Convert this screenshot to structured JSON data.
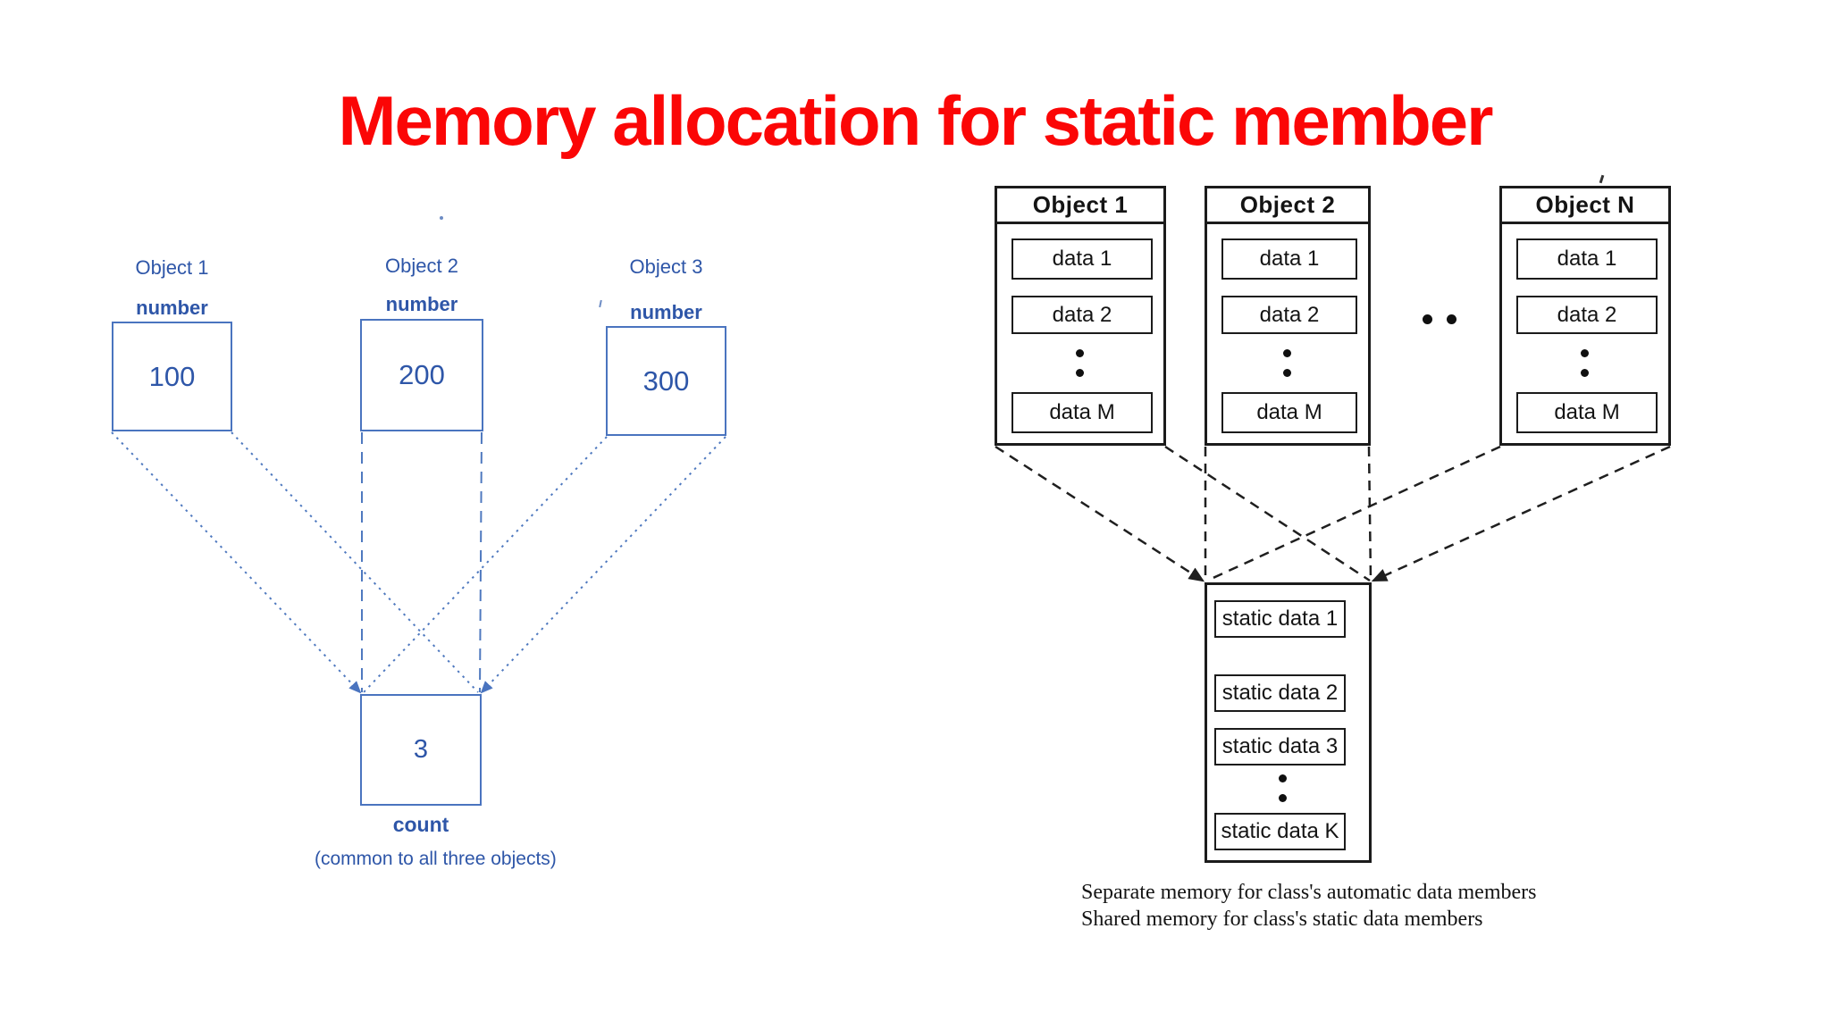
{
  "title": {
    "text": "Memory allocation for static member",
    "color": "#fb0606"
  },
  "left_diagram": {
    "accent_color": "#2e56a8",
    "objects": [
      {
        "label": "Object 1",
        "member_name": "number",
        "value": "100"
      },
      {
        "label": "Object 2",
        "member_name": "number",
        "value": "200"
      },
      {
        "label": "Object 3",
        "member_name": "number",
        "value": "300"
      }
    ],
    "shared_box": {
      "value": "3",
      "label": "count",
      "note": "(common to all three objects)"
    }
  },
  "right_diagram": {
    "ink_color": "#1b1b1b",
    "columns": [
      {
        "title": "Object 1",
        "cells": [
          "data 1",
          "data 2",
          "data M"
        ]
      },
      {
        "title": "Object 2",
        "cells": [
          "data 1",
          "data 2",
          "data M"
        ]
      },
      {
        "title": "Object N",
        "cells": [
          "data 1",
          "data 2",
          "data M"
        ]
      }
    ],
    "horizontal_ellipsis": "• •",
    "vertical_ellipsis": "⋮",
    "shared_box": {
      "cells": [
        "static data 1",
        "static data 2",
        "static data 3",
        "static data K"
      ]
    },
    "caption": {
      "line1": "Separate memory for class's automatic data members",
      "line2": "Shared memory for class's static data members"
    }
  }
}
